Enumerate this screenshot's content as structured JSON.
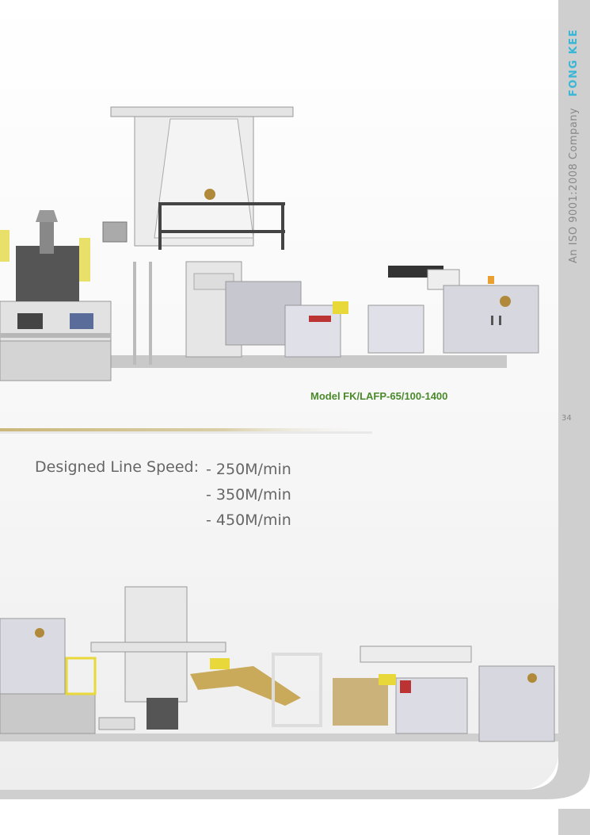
{
  "sidebar": {
    "company_text": "An ISO 9001:2008 Company",
    "brand": "FONG KEE"
  },
  "page_number": "34",
  "model_caption": "Model FK/LAFP-65/100-1400",
  "speed": {
    "label": "Designed Line Speed:",
    "values": [
      "- 250M/min",
      "- 350M/min",
      "- 450M/min"
    ]
  },
  "colors": {
    "brand_blue": "#37b6d6",
    "model_green": "#4a8a2a",
    "divider_gold": "#cbb77a"
  }
}
